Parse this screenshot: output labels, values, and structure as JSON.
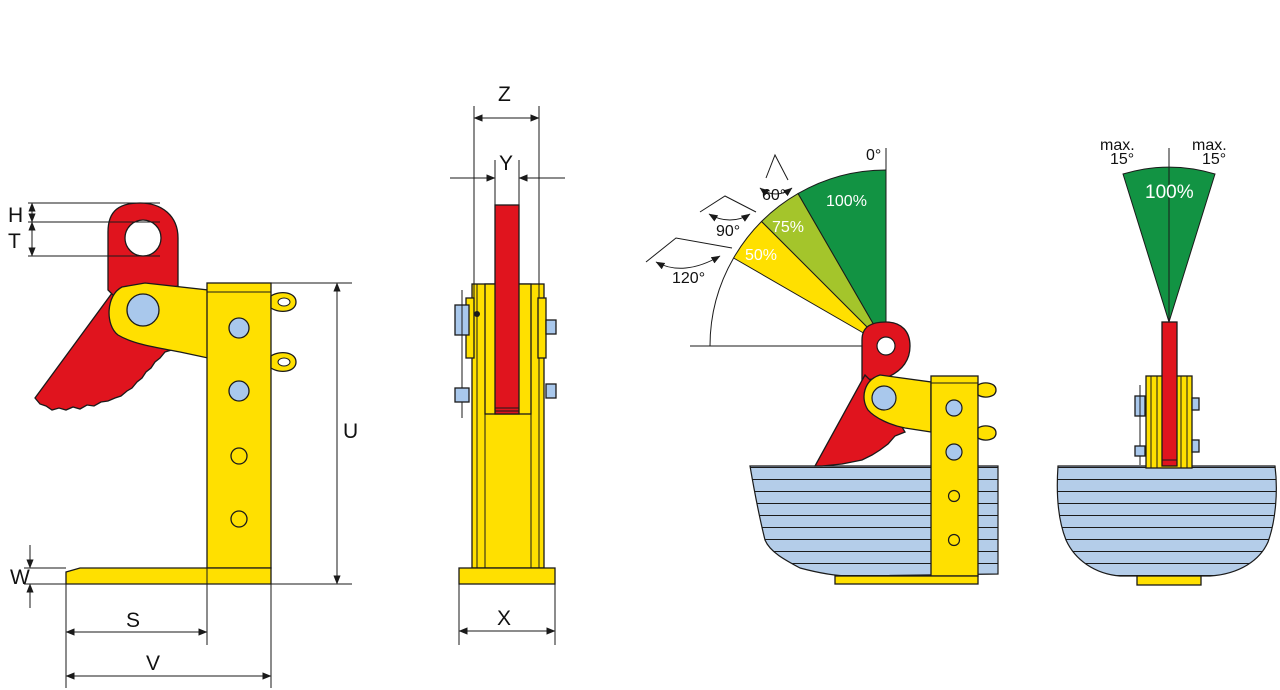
{
  "dimensions": {
    "H": "H",
    "T": "T",
    "W": "W",
    "S": "S",
    "V": "V",
    "U": "U",
    "Z": "Z",
    "Y": "Y",
    "X": "X"
  },
  "angle_chart": {
    "angles": [
      "0°",
      "60°",
      "90°",
      "120°"
    ],
    "capacities": [
      "100%",
      "75%",
      "50%"
    ]
  },
  "tilt_view": {
    "max_left": [
      "max.",
      "15°"
    ],
    "max_right": [
      "max.",
      "15°"
    ],
    "capacity": "100%"
  },
  "colors": {
    "clamp_body": "#FFE000",
    "jaw_and_shackle": "#E0141E",
    "pin": "#A9C8EC",
    "plate": "#B4CDE9",
    "zone_100": "#129343",
    "zone_75": "#A4C52B",
    "zone_50": "#FFE000"
  }
}
